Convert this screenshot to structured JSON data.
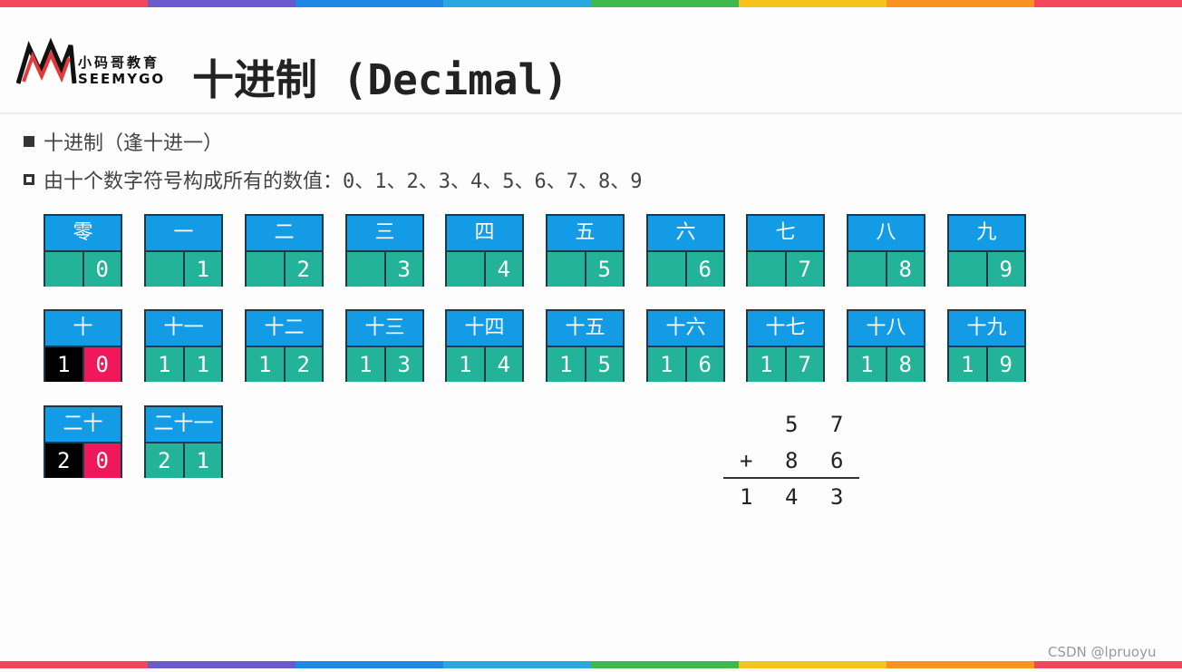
{
  "colors": {
    "caption_bg": "#139be6",
    "digit_bg": "#22b398",
    "carry_digit_bg": "#000000",
    "zero_digit_bg": "#f0185b"
  },
  "logo": {
    "cn": "小码哥教育",
    "en": "SEEMYGO"
  },
  "title": "十进制 (Decimal)",
  "bullets": [
    "十进制（逢十进一）",
    "由十个数字符号构成所有的数值：0、1、2、3、4、5、6、7、8、9"
  ],
  "cards": [
    {
      "label": "零",
      "d1": "",
      "d2": "0"
    },
    {
      "label": "一",
      "d1": "",
      "d2": "1"
    },
    {
      "label": "二",
      "d1": "",
      "d2": "2"
    },
    {
      "label": "三",
      "d1": "",
      "d2": "3"
    },
    {
      "label": "四",
      "d1": "",
      "d2": "4"
    },
    {
      "label": "五",
      "d1": "",
      "d2": "5"
    },
    {
      "label": "六",
      "d1": "",
      "d2": "6"
    },
    {
      "label": "七",
      "d1": "",
      "d2": "7"
    },
    {
      "label": "八",
      "d1": "",
      "d2": "8"
    },
    {
      "label": "九",
      "d1": "",
      "d2": "9"
    },
    {
      "label": "十",
      "d1": "1",
      "d2": "0"
    },
    {
      "label": "十一",
      "d1": "1",
      "d2": "1"
    },
    {
      "label": "十二",
      "d1": "1",
      "d2": "2"
    },
    {
      "label": "十三",
      "d1": "1",
      "d2": "3"
    },
    {
      "label": "十四",
      "d1": "1",
      "d2": "4"
    },
    {
      "label": "十五",
      "d1": "1",
      "d2": "5"
    },
    {
      "label": "十六",
      "d1": "1",
      "d2": "6"
    },
    {
      "label": "十七",
      "d1": "1",
      "d2": "7"
    },
    {
      "label": "十八",
      "d1": "1",
      "d2": "8"
    },
    {
      "label": "十九",
      "d1": "1",
      "d2": "9"
    },
    {
      "label": "二十",
      "d1": "2",
      "d2": "0"
    },
    {
      "label": "二十一",
      "d1": "2",
      "d2": "1"
    }
  ],
  "addition": {
    "row1": [
      "5",
      "7"
    ],
    "operator": "+",
    "row2": [
      "8",
      "6"
    ],
    "result": [
      "1",
      "4",
      "3"
    ]
  },
  "watermark": "CSDN @lpruoyu"
}
